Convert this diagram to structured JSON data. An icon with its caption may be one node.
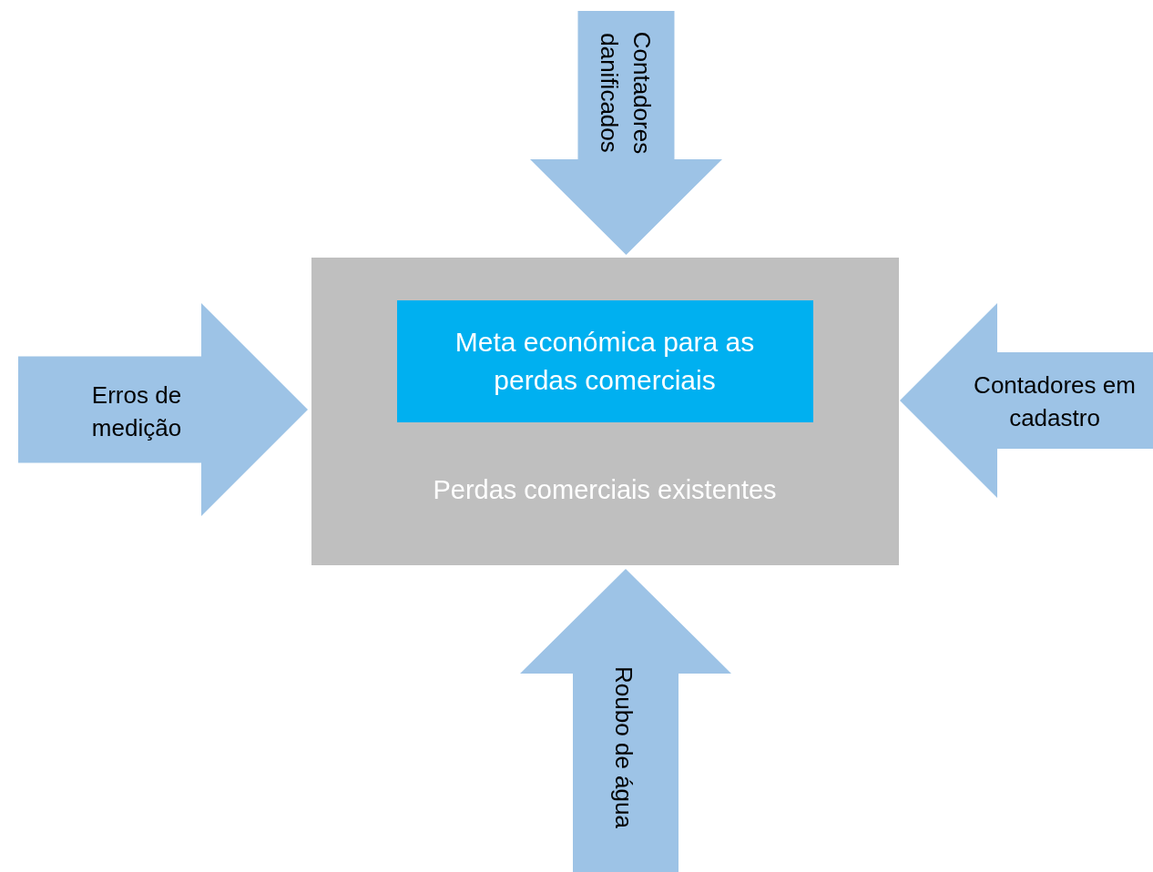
{
  "diagram": {
    "nodes": [
      {
        "text": [
          "Contadores danificados"
        ]
      },
      {
        "text": [
          "Erros de medição"
        ]
      },
      {
        "text": [
          "Perdas comerciais existentes"
        ]
      },
      {
        "text": [
          "Meta económica para as perdas comerciais"
        ],
        "in": 2
      },
      {
        "text": [
          "Contadores em cadastro"
        ]
      },
      {
        "text": [
          "Roubo de água"
        ]
      }
    ]
  }
}
